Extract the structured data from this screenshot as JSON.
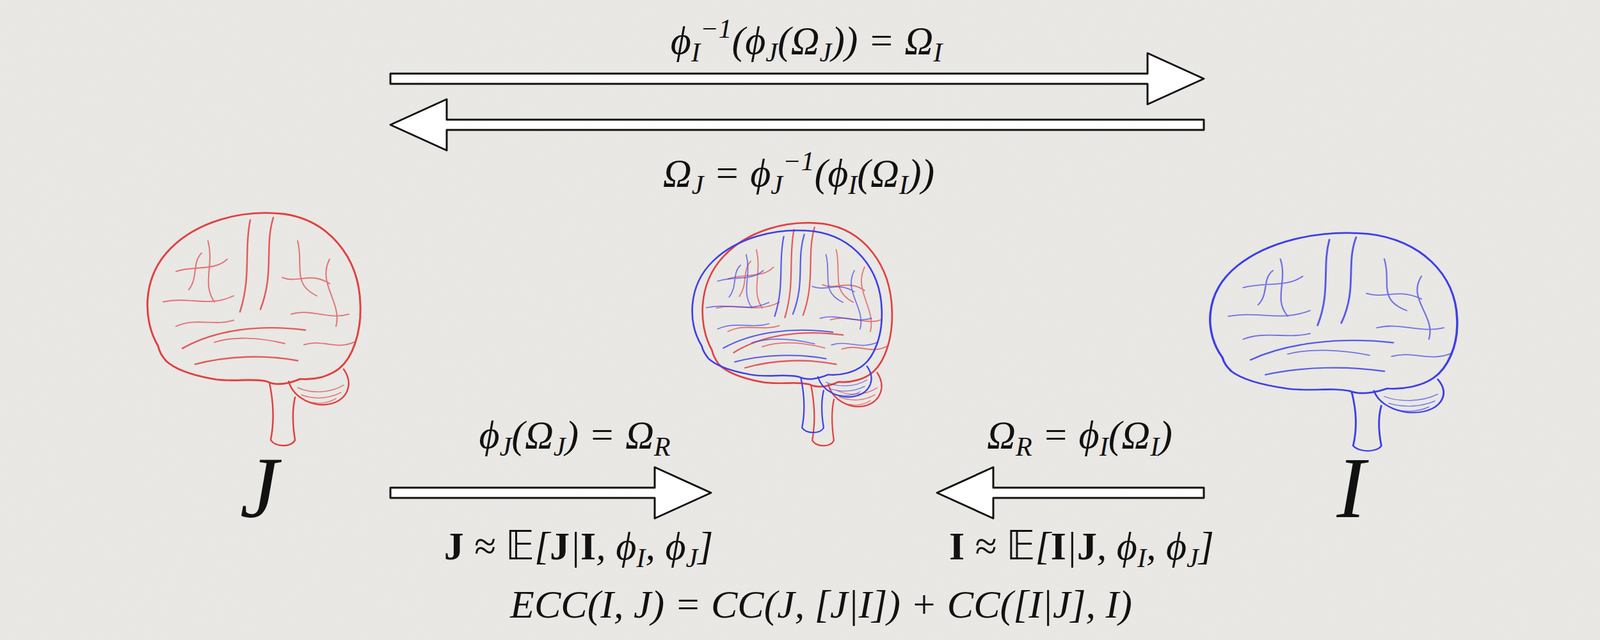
{
  "diagram": {
    "nodes": [
      {
        "text": [
          "J"
        ]
      },
      {
        "text": []
      },
      {
        "text": [
          "I"
        ]
      }
    ],
    "edges": [
      {
        "from": 0,
        "to": 2,
        "arrow": "to",
        "label": "ϕI−1(ϕJ(ΩJ)) = ΩI"
      },
      {
        "from": 2,
        "to": 0,
        "arrow": "to",
        "label": "ΩJ = ϕJ−1(ϕI(ΩI))"
      },
      {
        "from": 0,
        "to": 1,
        "arrow": "to",
        "label": "ϕJ(ΩJ) = ΩR"
      },
      {
        "from": 2,
        "to": 1,
        "arrow": "to",
        "label": "ΩR = ϕI(ΩI)"
      }
    ],
    "labels": [
      "J ≈ 𝔼[J|I, ϕI, ϕJ]",
      "I ≈ 𝔼[I|J, ϕI, ϕJ]",
      "ECC(I, J) = CC(J, [J|I]) + CC([I|J], I)"
    ]
  }
}
